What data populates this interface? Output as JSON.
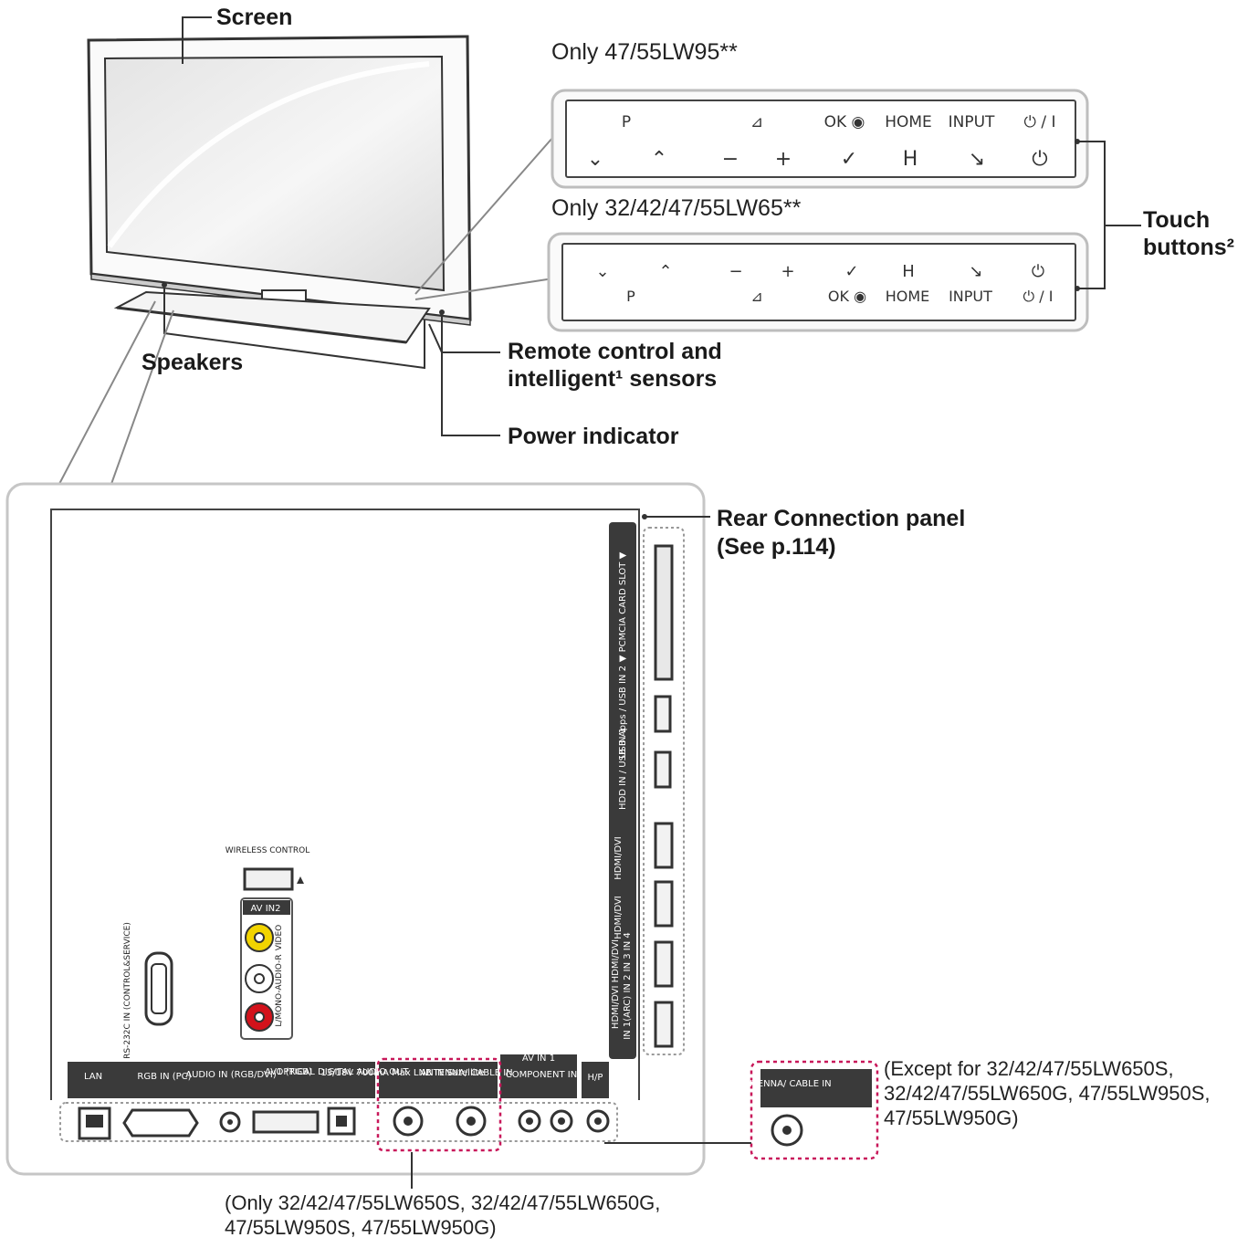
{
  "labels": {
    "screen": "Screen",
    "speakers": "Speakers",
    "remote_sensor_line1": "Remote control and",
    "remote_sensor_line2": "intelligent¹ sensors",
    "power_indicator": "Power indicator",
    "touch_line1": "Touch",
    "touch_line2": "buttons²",
    "rear_panel_line1": "Rear Connection panel",
    "rear_panel_line2": "(See p.114)"
  },
  "touch_panels": [
    {
      "heading": "Only 47/55LW95**",
      "top_row": [
        "P",
        "⊿",
        "OK ◉",
        "HOME",
        "INPUT",
        "⏻ / I"
      ],
      "bottom_row": [
        "⌄",
        "⌃",
        "−",
        "+",
        "✓",
        "H",
        "↘",
        "⏻"
      ]
    },
    {
      "heading": "Only 32/42/47/55LW65**",
      "top_row": [
        "⌄",
        "⌃",
        "−",
        "+",
        "✓",
        "H",
        "↘",
        "⏻"
      ],
      "bottom_row": [
        "P",
        "⊿",
        "OK ◉",
        "HOME",
        "INPUT",
        "⏻ / I"
      ]
    }
  ],
  "rear_ports": {
    "side_vertical": [
      "▼ PCMCIA CARD SLOT ▼",
      "USB Apps / USB IN 2",
      "HDD IN / USB IN 1",
      "HDMI/DVI",
      "HDMI/DVI",
      "HDMI/DVI HDMI/DVI",
      "IN 1(ARC) IN 2 IN 3 IN 4"
    ],
    "wireless": "WIRELESS CONTROL",
    "av_in2": "AV IN2",
    "av_in2_side": "VIDEO",
    "av_in2_side2": "L/MONO-AUDIO-R",
    "rs232": "RS-232C IN (CONTROL&SERVICE)",
    "bottom_row": [
      "LAN",
      "RGB IN (PC)",
      "AUDIO IN (RGB/DVI)",
      "AV1 (RGB)",
      "OPTICAL DIGITAL AUDIO OUT",
      "13/18V 700mA Max LNB IN Satellite",
      "ANTENNA/ CABLE IN",
      "AV IN 1",
      "COMPONENT IN",
      "H/P"
    ],
    "inset_port": "ANTENNA/ CABLE IN"
  },
  "notes": {
    "except_line1": "(Except for 32/42/47/55LW650S,",
    "except_line2": "32/42/47/55LW650G, 47/55LW950S,",
    "except_line3": "47/55LW950G)",
    "only_line1": "(Only 32/42/47/55LW650S, 32/42/47/55LW650G,",
    "only_line2": "47/55LW950S, 47/55LW950G)"
  },
  "colors": {
    "line": "#444444",
    "panel_dark": "#3a3a3a",
    "video_yellow": "#f2d400",
    "audio_red": "#d3121b",
    "dotted_red": "#c8185a"
  }
}
